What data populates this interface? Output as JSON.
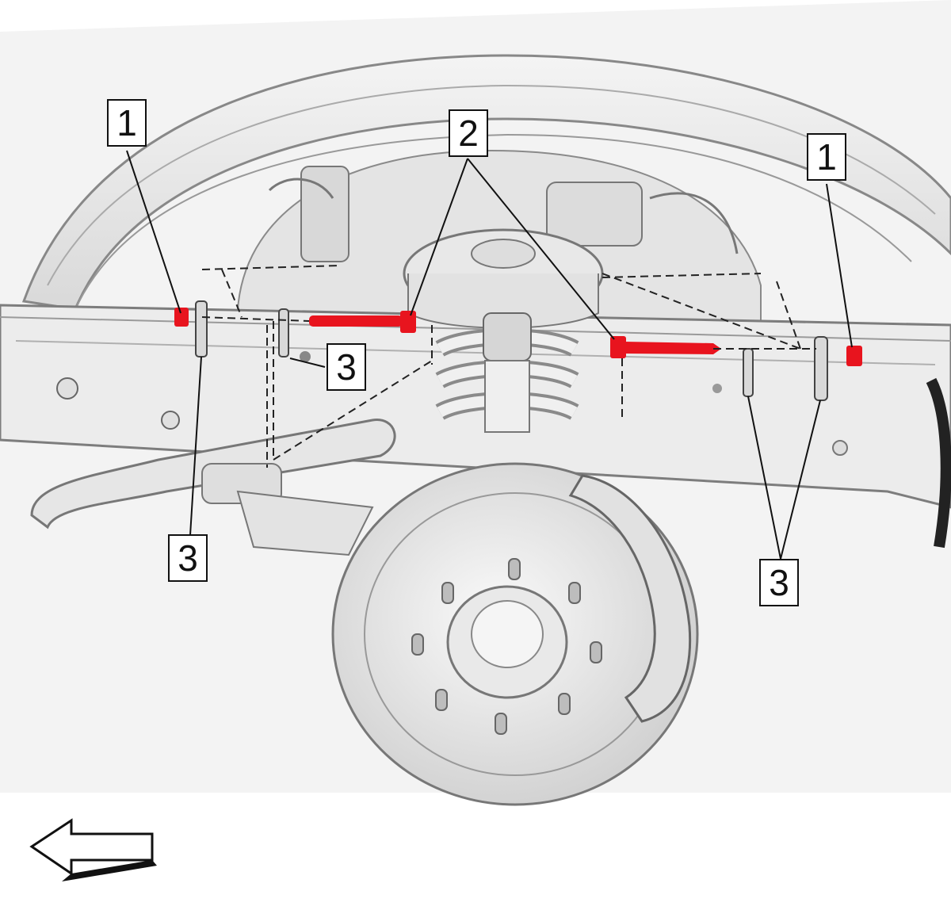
{
  "callouts": {
    "c1_left": "1",
    "c1_right": "1",
    "c2_top": "2",
    "c3_center": "3",
    "c3_left": "3",
    "c3_right": "3"
  },
  "highlight_color": "#e8141e",
  "line_color": "#333333",
  "icons": {
    "direction": "left-arrow-icon"
  }
}
